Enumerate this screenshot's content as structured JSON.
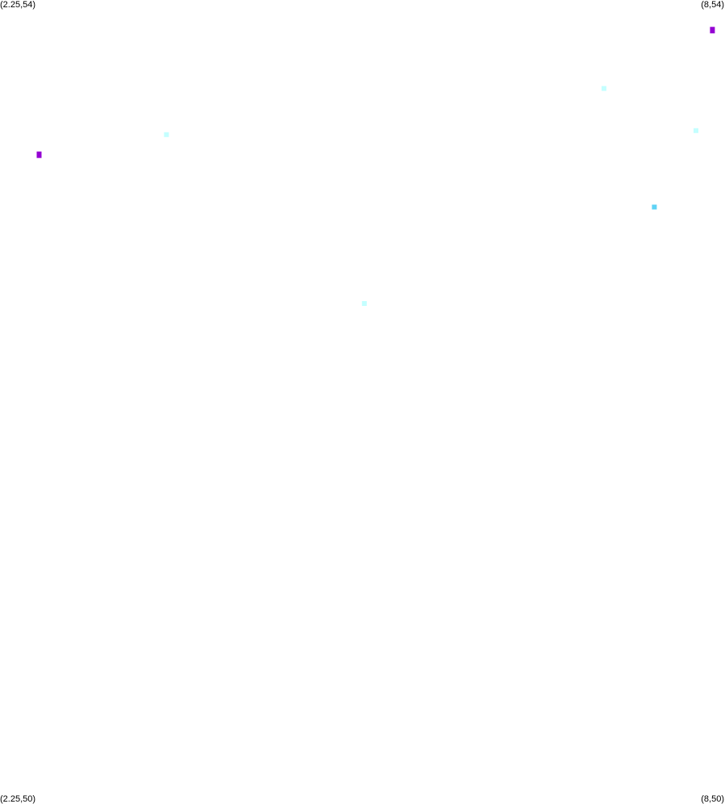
{
  "chart_data": {
    "type": "scatter",
    "title": "",
    "xlabel": "",
    "ylabel": "",
    "xlim": [
      2.25,
      8
    ],
    "ylim": [
      50,
      54
    ],
    "grid": false,
    "corner_labels": {
      "top_left": "(2.25,54)",
      "top_right": "(8,54)",
      "bottom_left": "(2.25,50)",
      "bottom_right": "(8,50)"
    },
    "points": [
      {
        "x": 7.9,
        "y": 53.85,
        "color": "#9400d3"
      },
      {
        "x": 2.56,
        "y": 53.23,
        "color": "#9400d3"
      },
      {
        "x": 7.04,
        "y": 53.56,
        "color": "#c4ffff"
      },
      {
        "x": 7.77,
        "y": 53.35,
        "color": "#c4ffff"
      },
      {
        "x": 3.57,
        "y": 53.33,
        "color": "#c4ffff"
      },
      {
        "x": 7.44,
        "y": 52.97,
        "color": "#5fd3f5"
      },
      {
        "x": 5.14,
        "y": 52.49,
        "color": "#c4ffff"
      }
    ]
  }
}
